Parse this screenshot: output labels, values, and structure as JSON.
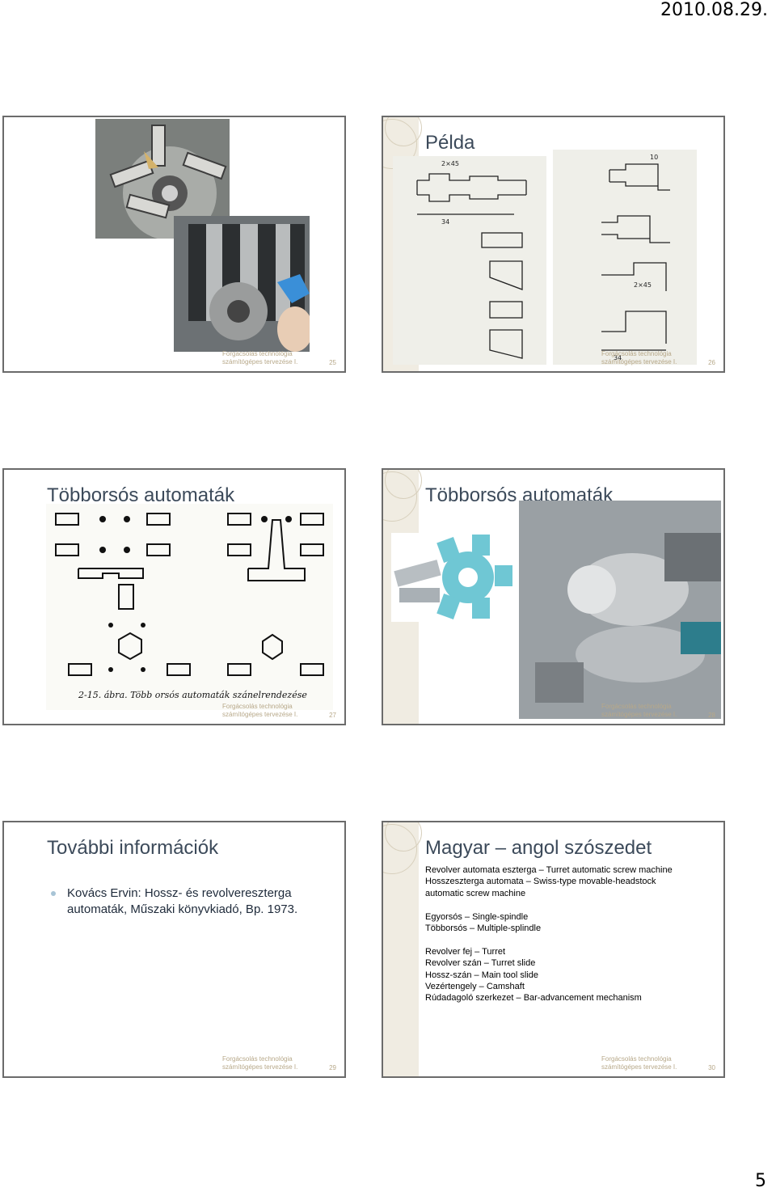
{
  "header": {
    "date": "2010.08.29."
  },
  "page_number": "5",
  "slides": [
    {
      "number": "25",
      "title": "",
      "footer": "Forgácsolás technológia számítógépes tervezése I."
    },
    {
      "number": "26",
      "title": "Példa",
      "footer": "Forgácsolás technológia számítógépes tervezése I."
    },
    {
      "number": "27",
      "title": "Többorsós automaták",
      "footer": "Forgácsolás technológia számítógépes tervezése I.",
      "caption": "2-15. ábra. Több orsós automaták szánelrendezése"
    },
    {
      "number": "28",
      "title": "Többorsós automaták",
      "footer": "Forgácsolás technológia számítógépes tervezése I."
    },
    {
      "number": "29",
      "title": "További információk",
      "footer": "Forgácsolás technológia számítógépes tervezése I.",
      "bullets": [
        "Kovács Ervin: Hossz- és revolvereszterga automaták, Műszaki könyvkiadó, Bp. 1973."
      ]
    },
    {
      "number": "30",
      "title": "Magyar – angol szószedet",
      "footer": "Forgácsolás technológia számítógépes tervezése I.",
      "glossary": [
        "Revolver automata eszterga – Turret automatic screw machine",
        "Hosszeszterga automata – Swiss-type movable-headstock",
        "automatic screw machine",
        "",
        "Egyorsós – Single-spindle",
        "Többorsós – Multiple-splindle",
        "",
        "Revolver fej – Turret",
        "Revolver szán – Turret slide",
        "Hossz-szán – Main tool slide",
        "Vezértengely – Camshaft",
        "Rúdadagoló szerkezet – Bar-advancement mechanism"
      ]
    }
  ],
  "colors": {
    "title": "#3c4a5a",
    "footer": "#b7a889",
    "border": "#6b6b6b",
    "accent_teal": "#6fc7d4"
  }
}
